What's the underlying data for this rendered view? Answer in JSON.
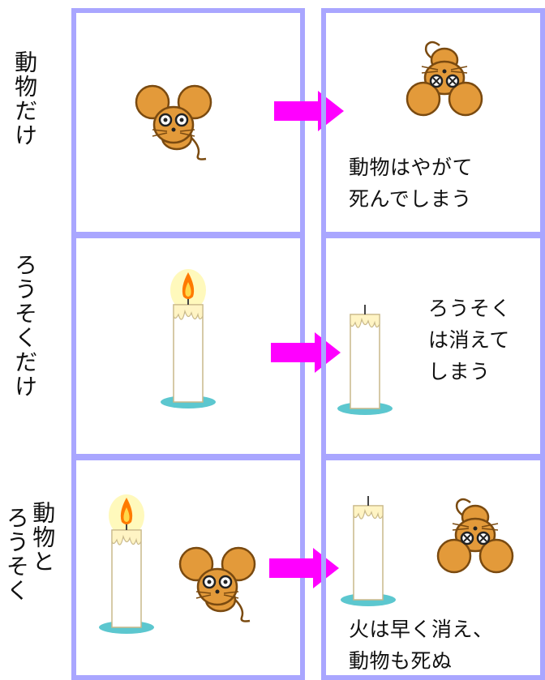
{
  "rows": [
    {
      "label": "動物だけ",
      "after_text": [
        "動物はやがて",
        "死んでしまう"
      ]
    },
    {
      "label": "ろうそくだけ",
      "after_text": [
        "ろうそく",
        "は消えて",
        "しまう"
      ]
    },
    {
      "label_col_left": "ろうそく",
      "label_col_right": "動物と",
      "after_text": [
        "火は早く消え、",
        "動物も死ぬ"
      ]
    }
  ],
  "colors": {
    "panel_border": "#a9a6ff",
    "arrow": "#ff00ff",
    "mouse_body": "#e39a3a",
    "mouse_outline": "#7a4a10",
    "candle_base": "#5cc7cf",
    "flame": "#ff7a00"
  },
  "icons": [
    "mouse-alive-icon",
    "mouse-dead-icon",
    "candle-lit-icon",
    "candle-out-icon",
    "right-arrow-icon"
  ]
}
